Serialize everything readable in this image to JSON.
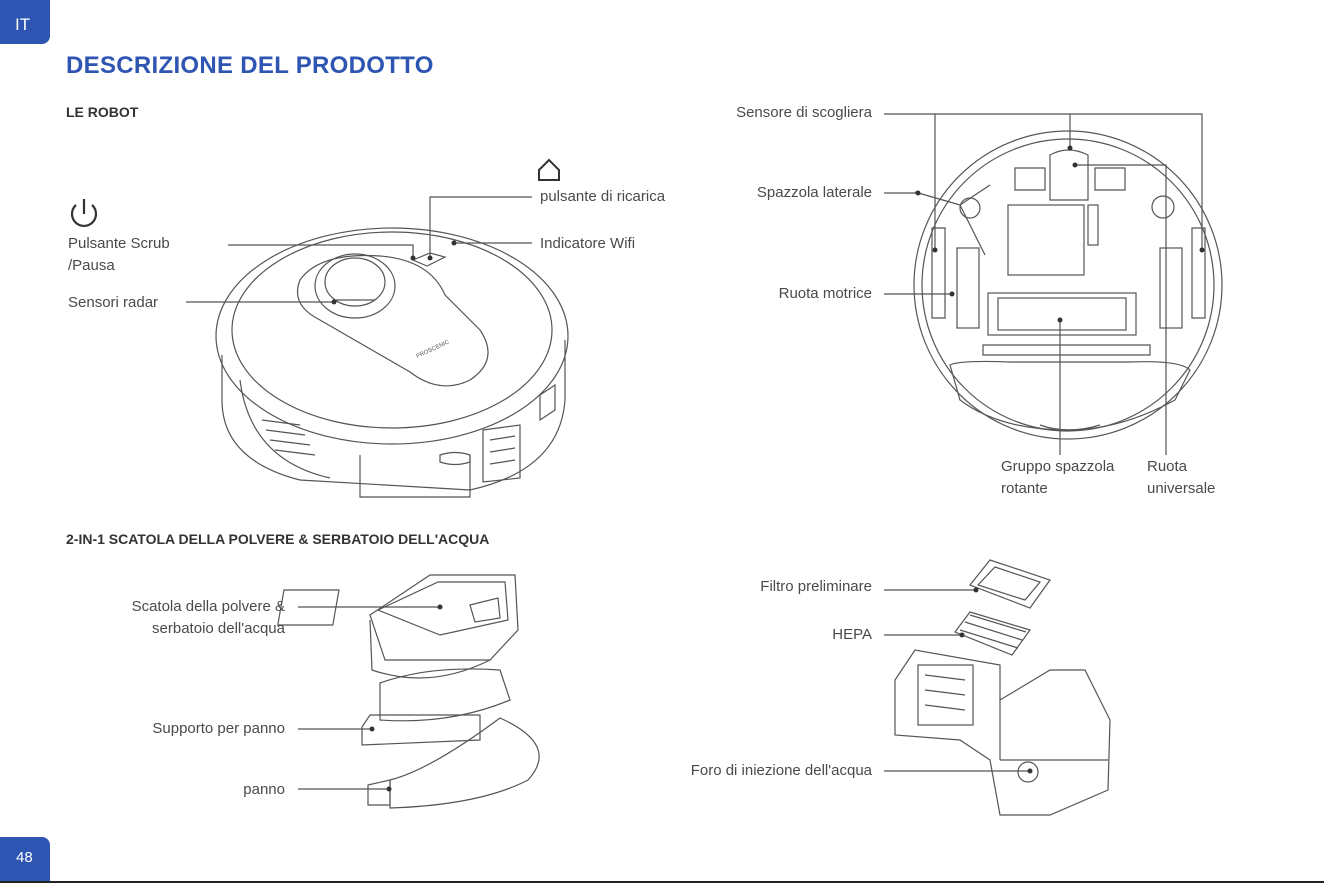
{
  "lang_tab": "IT",
  "page_number": "48",
  "title": "DESCRIZIONE DEL PRODOTTO",
  "robot_section": {
    "heading": "LE ROBOT",
    "top_labels": {
      "recharge_button": "pulsante di ricarica",
      "wifi_indicator": "Indicatore Wifi",
      "scrub_pause_line1": "Pulsante Scrub",
      "scrub_pause_line2": "/Pausa",
      "radar_sensors": "Sensori radar"
    },
    "bottom_labels": {
      "cliff_sensor": "Sensore di scogliera",
      "side_brush": "Spazzola laterale",
      "drive_wheel": "Ruota motrice",
      "rolling_brush_line1": "Gruppo spazzola",
      "rolling_brush_line2": "rotante",
      "universal_wheel_line1": "Ruota",
      "universal_wheel_line2": "universale"
    },
    "brand_mark": "PROSCENIC"
  },
  "dustbox_section": {
    "heading": "2-IN-1 SCATOLA DELLA POLVERE & SERBATOIO DELL'ACQUA",
    "left_labels": {
      "dustbox_line1": "Scatola della polvere &",
      "dustbox_line2": "serbatoio dell'acqua",
      "mop_holder": "Supporto per panno",
      "mop": "panno"
    },
    "right_labels": {
      "prefilter": "Filtro preliminare",
      "hepa": "HEPA",
      "water_hole": "Foro di iniezione dell'acqua"
    }
  },
  "colors": {
    "accent": "#2f55b3",
    "line": "#555555"
  }
}
